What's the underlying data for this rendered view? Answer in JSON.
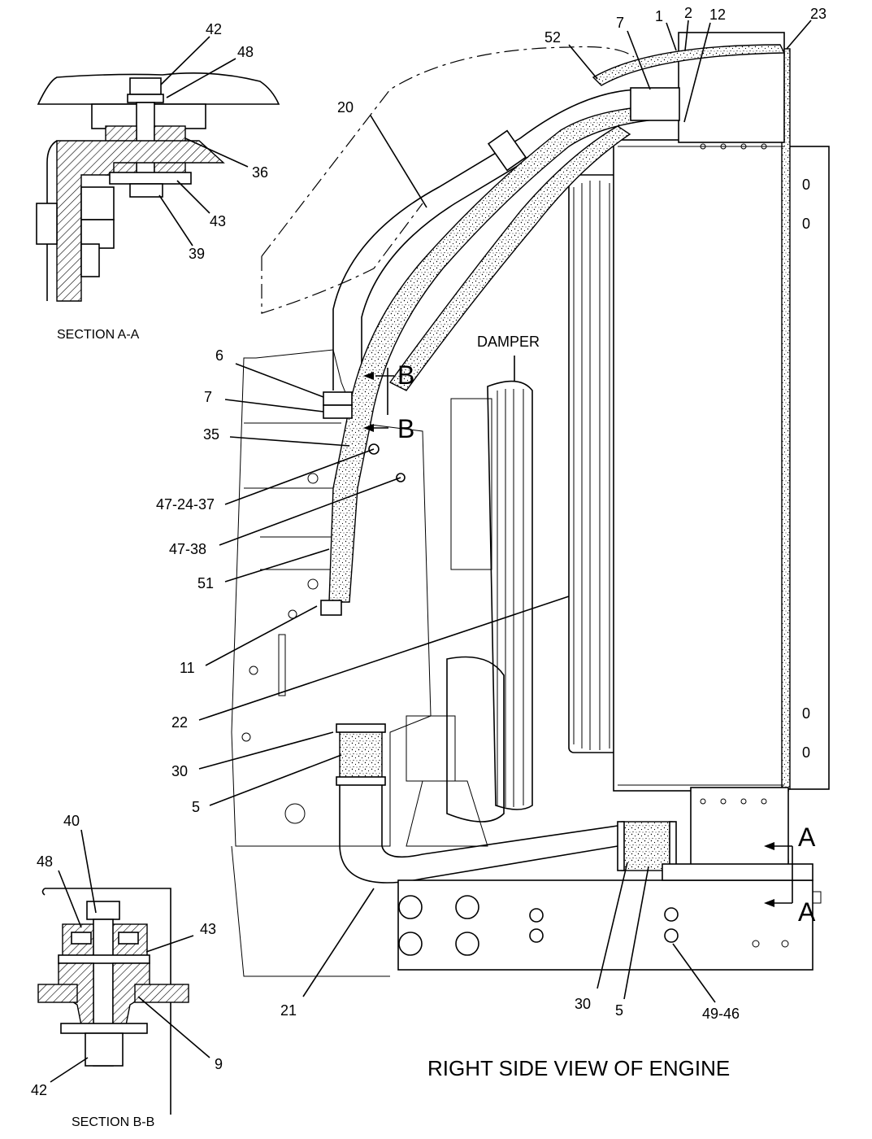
{
  "title": "RIGHT SIDE VIEW OF ENGINE",
  "section_a": {
    "caption": "SECTION A-A",
    "callouts": [
      "42",
      "48",
      "36",
      "43",
      "39"
    ]
  },
  "section_b": {
    "caption": "SECTION B-B",
    "callouts": [
      "40",
      "48",
      "43",
      "9",
      "42"
    ]
  },
  "main": {
    "damper_label": "DAMPER",
    "section_markers": {
      "a": "A",
      "b": "B"
    },
    "radiator_marks": [
      "0",
      "0",
      "0",
      "0"
    ],
    "callouts": {
      "c1": "1",
      "c2": "2",
      "c12": "12",
      "c23": "23",
      "c7_top": "7",
      "c52": "52",
      "c20": "20",
      "c6": "6",
      "c7_left": "7",
      "c35": "35",
      "c47_24_37": "47-24-37",
      "c47_38": "47-38",
      "c51": "51",
      "c11": "11",
      "c22": "22",
      "c30_left": "30",
      "c5_left": "5",
      "c21": "21",
      "c30_bottom": "30",
      "c5_bottom": "5",
      "c49_46": "49-46"
    }
  }
}
